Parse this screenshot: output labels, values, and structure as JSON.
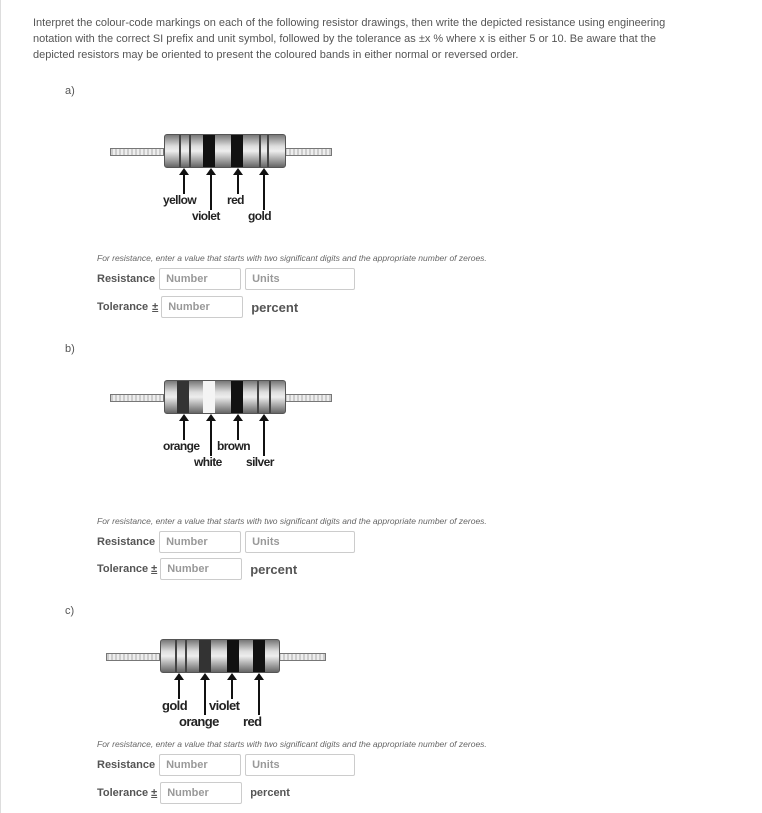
{
  "instructions": "Interpret the colour-code markings on each of the following resistor drawings, then write the depicted resistance using engineering notation with the correct SI prefix and unit symbol, followed by the tolerance as ±x % where x is either 5 or 10. Be aware that the depicted resistors may be oriented to present the coloured bands in either normal or reversed order.",
  "parts": [
    {
      "label": "a)",
      "bands": [
        "yellow",
        "violet",
        "red",
        "gold"
      ],
      "hint": "For resistance, enter a value that starts with two significant digits and the appropriate number of zeroes.",
      "resistance_label": "Resistance",
      "resistance_placeholder": "Number",
      "units_placeholder": "Units",
      "tolerance_label": "Tolerance",
      "plus_minus": "±",
      "tolerance_placeholder": "Number",
      "percent_label": "percent"
    },
    {
      "label": "b)",
      "bands": [
        "orange",
        "white",
        "brown",
        "silver"
      ],
      "hint": "For resistance, enter a value that starts with two significant digits and the appropriate number of zeroes.",
      "resistance_label": "Resistance",
      "resistance_placeholder": "Number",
      "units_placeholder": "Units",
      "tolerance_label": "Tolerance",
      "plus_minus": "±",
      "tolerance_placeholder": "Number",
      "percent_label": "percent"
    },
    {
      "label": "c)",
      "bands": [
        "gold",
        "orange",
        "violet",
        "red"
      ],
      "hint": "For resistance, enter a value that starts with two significant digits and the appropriate number of zeroes.",
      "resistance_label": "Resistance",
      "resistance_placeholder": "Number",
      "units_placeholder": "Units",
      "tolerance_label": "Tolerance",
      "plus_minus": "±",
      "tolerance_placeholder": "Number",
      "percent_label": "percent"
    }
  ]
}
